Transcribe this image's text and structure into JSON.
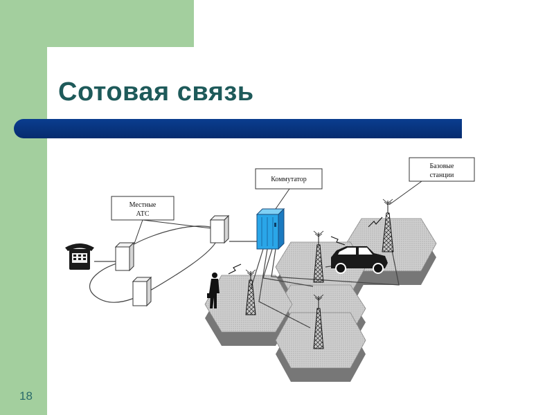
{
  "slide": {
    "title": "Сотовая связь",
    "page_number": "18"
  },
  "diagram": {
    "labels": {
      "local_exchanges_line1": "Местные",
      "local_exchanges_line2": "АТС",
      "switch": "Коммутатор",
      "base_stations_line1": "Базовые",
      "base_stations_line2": "станции"
    }
  },
  "colors": {
    "background_green": "#a3cf9e",
    "title_bar_blue": "#0a3d8f",
    "title_text": "#1e5a5a",
    "switch_cabinet": "#2aa6e8",
    "cell_hexagon": "#c9c9c9"
  }
}
